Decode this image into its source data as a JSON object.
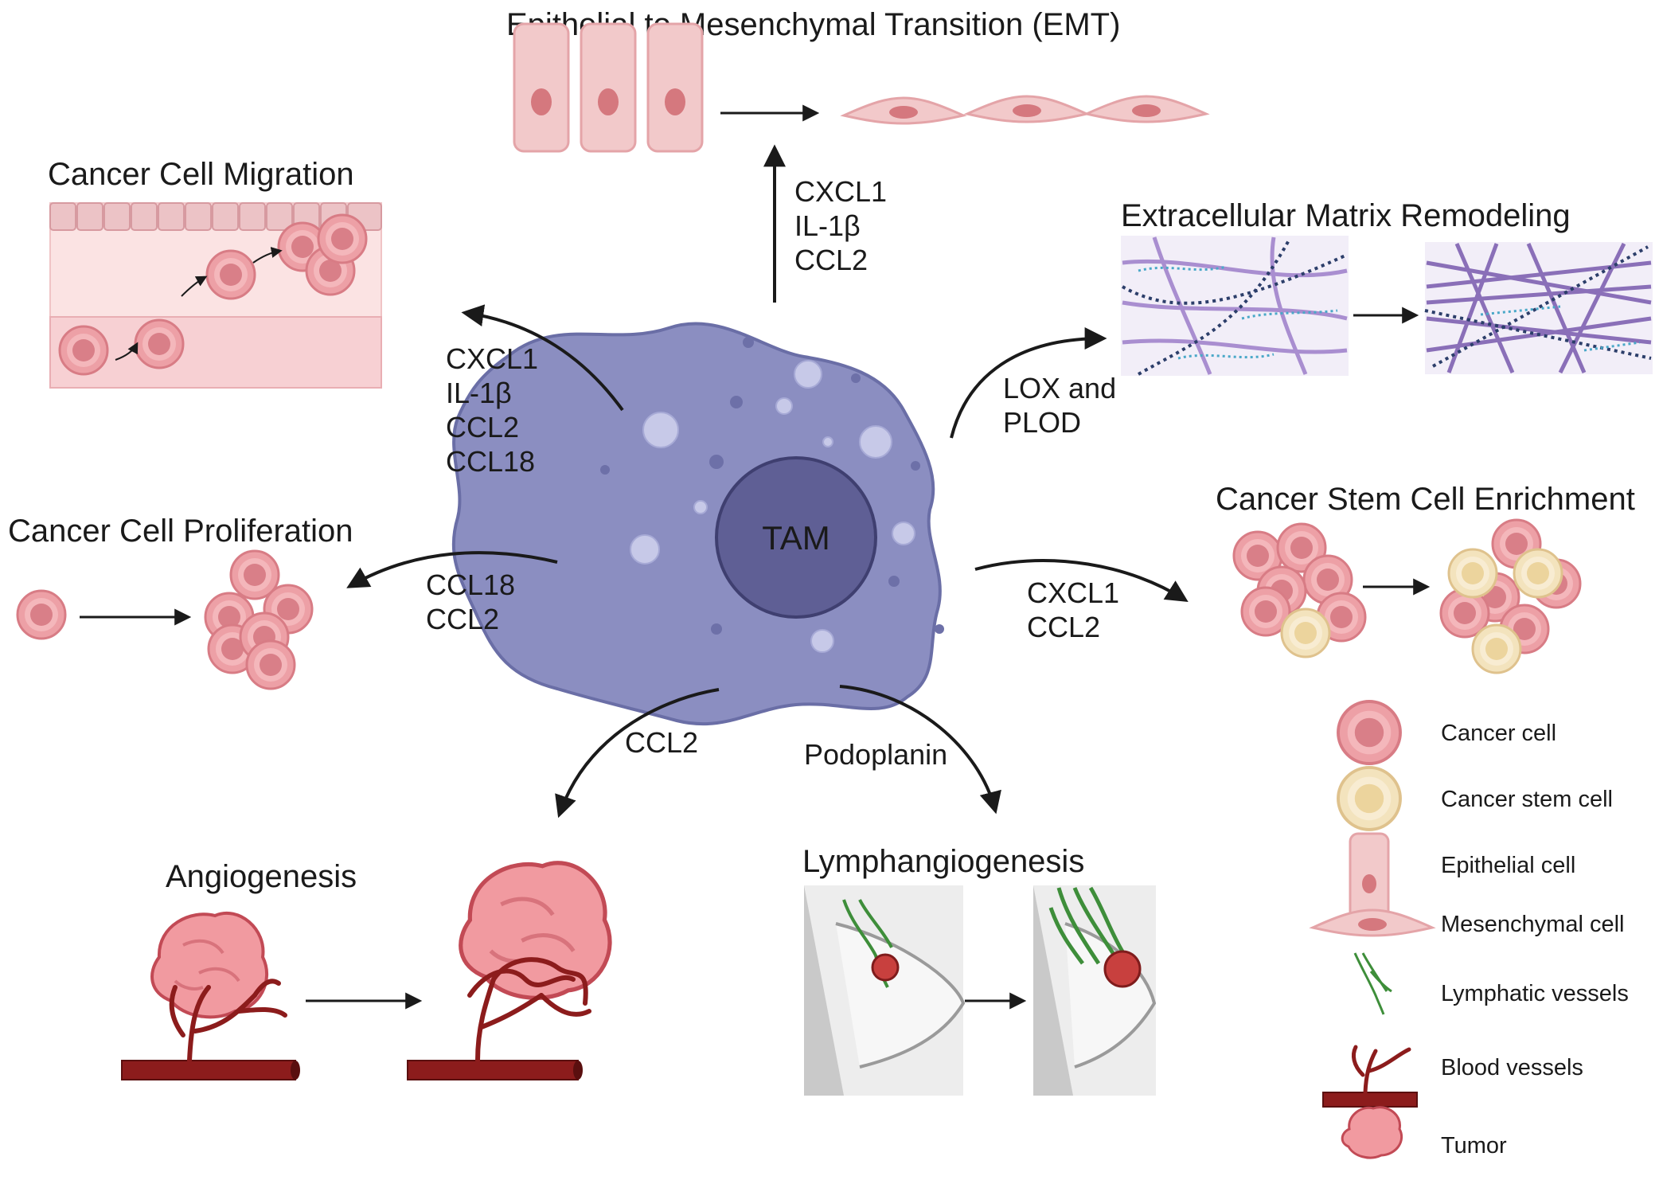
{
  "center": {
    "label": "TAM"
  },
  "sections": {
    "emt": {
      "title": "Epithelial to Mesenchymal Transition (EMT)",
      "factors": [
        "CXCL1",
        "IL-1β",
        "CCL2"
      ]
    },
    "migration": {
      "title": "Cancer Cell Migration",
      "factors": [
        "CXCL1",
        "IL-1β",
        "CCL2",
        "CCL18"
      ]
    },
    "ecm": {
      "title": "Extracellular Matrix Remodeling",
      "factors": [
        "LOX and",
        "PLOD"
      ]
    },
    "proliferation": {
      "title": "Cancer Cell Proliferation",
      "factors": [
        "CCL18",
        "CCL2"
      ]
    },
    "stem": {
      "title": "Cancer Stem Cell Enrichment",
      "factors": [
        "CXCL1",
        "CCL2"
      ]
    },
    "angio": {
      "title": "Angiogenesis",
      "factors": [
        "CCL2"
      ]
    },
    "lymph": {
      "title": "Lymphangiogenesis",
      "factors": [
        "Podoplanin"
      ]
    }
  },
  "legend": [
    {
      "label": "Cancer cell"
    },
    {
      "label": "Cancer stem cell"
    },
    {
      "label": "Epithelial cell"
    },
    {
      "label": "Mesenchymal cell"
    },
    {
      "label": "Lymphatic vessels"
    },
    {
      "label": "Blood vessels"
    },
    {
      "label": "Tumor"
    }
  ],
  "colors": {
    "tam_body": "#8b8ec1",
    "tam_nucleus": "#5f5f95",
    "cancer_cell": "#eda0a6",
    "stem_cell": "#f3e3bd",
    "epithelial": "#f2c9ca",
    "blood_vessel": "#8c1c1c",
    "lymphatic": "#3e8e3a",
    "tumor": "#c8403e",
    "arrow": "#1a1a1a"
  }
}
